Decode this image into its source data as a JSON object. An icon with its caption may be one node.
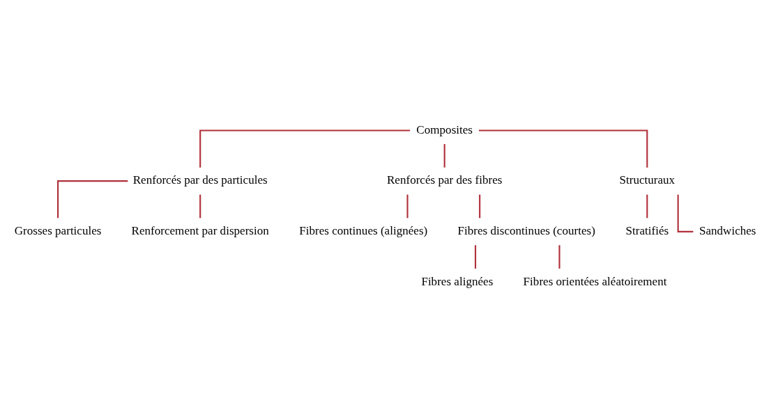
{
  "diagram": {
    "nodes": [
      {
        "text": [
          "Composites"
        ]
      },
      {
        "text": [
          "Renforcés par des particules"
        ]
      },
      {
        "text": [
          "Renforcés par des fibres"
        ]
      },
      {
        "text": [
          "Structuraux"
        ]
      },
      {
        "text": [
          "Grosses particules"
        ]
      },
      {
        "text": [
          "Renforcement par dispersion"
        ]
      },
      {
        "text": [
          "Fibres continues (alignées)"
        ]
      },
      {
        "text": [
          "Fibres discontinues (courtes)"
        ]
      },
      {
        "text": [
          "Stratifiés"
        ]
      },
      {
        "text": [
          "Sandwiches"
        ]
      },
      {
        "text": [
          "Fibres alignées"
        ]
      },
      {
        "text": [
          "Fibres orientées aléatoirement"
        ]
      }
    ],
    "edges": [
      {
        "from": 0,
        "to": 1,
        "arrow": "none"
      },
      {
        "from": 0,
        "to": 2,
        "arrow": "none"
      },
      {
        "from": 0,
        "to": 3,
        "arrow": "none"
      },
      {
        "from": 1,
        "to": 4,
        "arrow": "none"
      },
      {
        "from": 1,
        "to": 5,
        "arrow": "none"
      },
      {
        "from": 2,
        "to": 6,
        "arrow": "none"
      },
      {
        "from": 2,
        "to": 7,
        "arrow": "none"
      },
      {
        "from": 3,
        "to": 8,
        "arrow": "none"
      },
      {
        "from": 3,
        "to": 9,
        "arrow": "none"
      },
      {
        "from": 7,
        "to": 10,
        "arrow": "none"
      },
      {
        "from": 7,
        "to": 11,
        "arrow": "none"
      }
    ]
  }
}
